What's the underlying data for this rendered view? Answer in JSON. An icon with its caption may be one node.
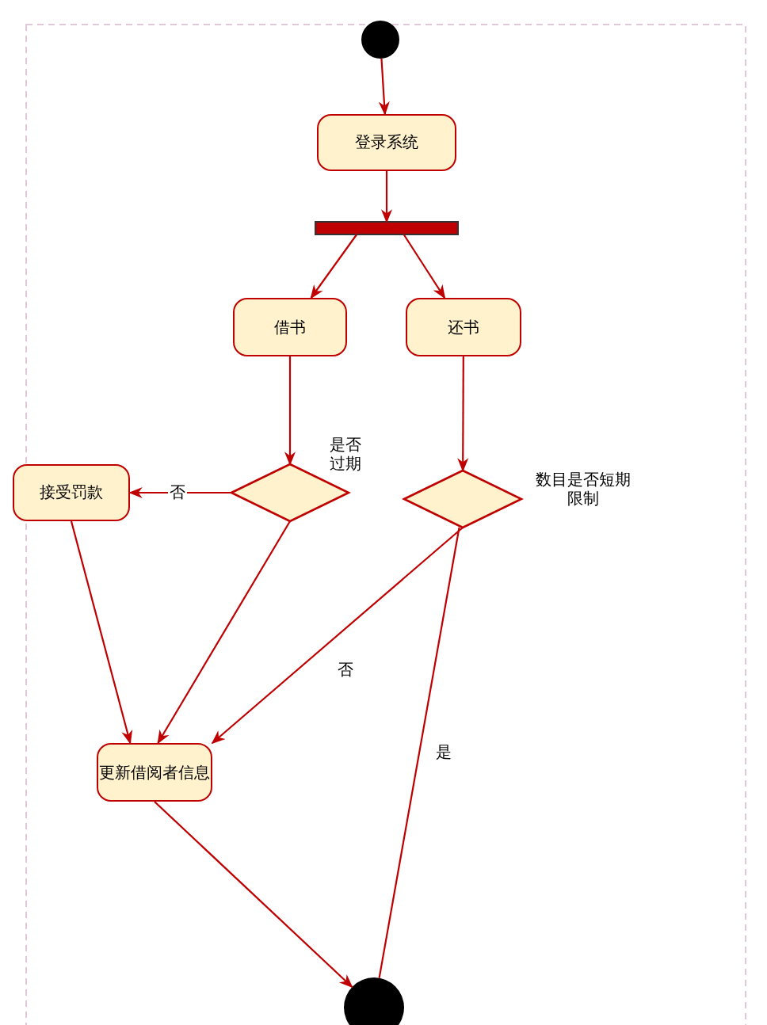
{
  "diagram": {
    "nodes": [
      {
        "text": [],
        "shape": "circle"
      },
      {
        "text": [
          "登录系统"
        ]
      },
      {
        "text": [],
        "shape": "bar"
      },
      {
        "text": [
          "借书"
        ]
      },
      {
        "text": [
          "还书"
        ]
      },
      {
        "text": [],
        "shape": "diamond",
        "beside": [
          "是否过期"
        ]
      },
      {
        "text": [],
        "shape": "diamond",
        "beside": [
          "数目是否短期限制"
        ]
      },
      {
        "text": [
          "接受罚款"
        ]
      },
      {
        "text": [
          "更新借阅者信息"
        ]
      },
      {
        "text": [],
        "shape": "circle"
      }
    ],
    "edges": [
      {
        "from": 0,
        "to": 1,
        "arrow": "to"
      },
      {
        "from": 1,
        "to": 2,
        "arrow": "to"
      },
      {
        "from": 2,
        "to": 3,
        "arrow": "to"
      },
      {
        "from": 2,
        "to": 4,
        "arrow": "to"
      },
      {
        "from": 3,
        "to": 5,
        "arrow": "to"
      },
      {
        "from": 4,
        "to": 6,
        "arrow": "to"
      },
      {
        "from": 5,
        "to": 7,
        "arrow": "to",
        "label": "否"
      },
      {
        "from": 7,
        "to": 8,
        "arrow": "to"
      },
      {
        "from": 5,
        "to": 8,
        "arrow": "to"
      },
      {
        "from": 6,
        "to": 8,
        "arrow": "to",
        "label": "否"
      },
      {
        "from": 6,
        "to": 9,
        "arrow": "none",
        "label": "是"
      },
      {
        "from": 8,
        "to": 9,
        "arrow": "to"
      }
    ]
  }
}
